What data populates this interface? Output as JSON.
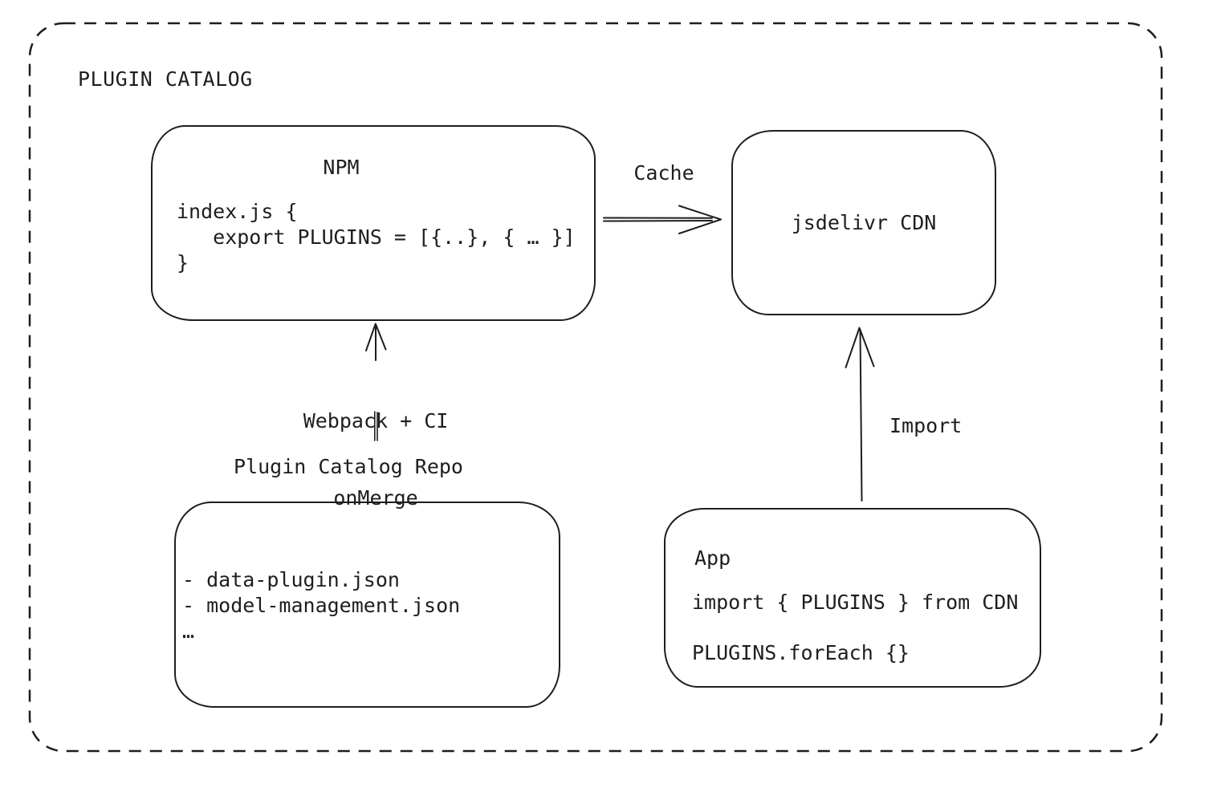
{
  "title": "PLUGIN CATALOG",
  "colors": {
    "stroke": "#1e1e1e",
    "background": "#ffffff"
  },
  "nodes": {
    "npm": {
      "title": "NPM",
      "code": [
        "index.js {",
        "   export PLUGINS = [{..}, { … }]",
        "}"
      ]
    },
    "cdn": {
      "label": "jsdelivr CDN"
    },
    "repo": {
      "label": "Plugin Catalog Repo",
      "files": [
        "- data-plugin.json",
        "- model-management.json",
        "…"
      ]
    },
    "app": {
      "title": "App",
      "code": [
        "import { PLUGINS } from CDN",
        "PLUGINS.forEach {}"
      ]
    }
  },
  "edges": {
    "cache": {
      "label": "Cache"
    },
    "build": {
      "label": [
        "Webpack + CI",
        "onMerge"
      ]
    },
    "import": {
      "label": "Import"
    }
  }
}
